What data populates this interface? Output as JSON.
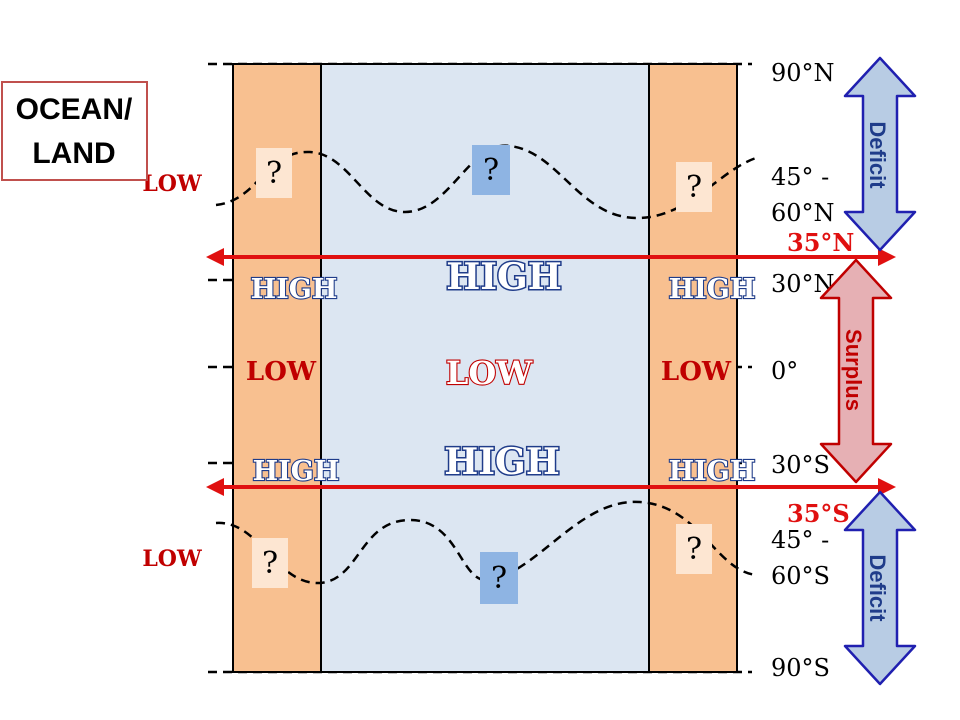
{
  "legend_box": {
    "line1": "OCEAN/",
    "line2": "LAND"
  },
  "lat_labels": {
    "n90": "90°N",
    "n4560_a": "45° -",
    "n4560_b": "60°N",
    "n35": "35°N",
    "n30": "30°N",
    "eq": "0°",
    "s30": "30°S",
    "s35": "35°S",
    "s4560_a": "45° -",
    "s4560_b": "60°S",
    "s90": "90°S"
  },
  "pressure": {
    "high": "HIGH",
    "low": "LOW"
  },
  "question_mark": "?",
  "arrows": {
    "deficit_north": "Deficit",
    "surplus": "Surplus",
    "deficit_south": "Deficit"
  },
  "colors": {
    "land": "#f8c090",
    "ocean": "#dce6f2",
    "box_land": "#fde6d2",
    "box_ocean": "#8eb4e3",
    "red": "#e01010",
    "dark_red": "#c00000",
    "navy": "#1f3c8a",
    "deficit_fill": "#b8cce4",
    "surplus_fill": "#e6b0b4",
    "arrow_outline": "#2020b0"
  }
}
